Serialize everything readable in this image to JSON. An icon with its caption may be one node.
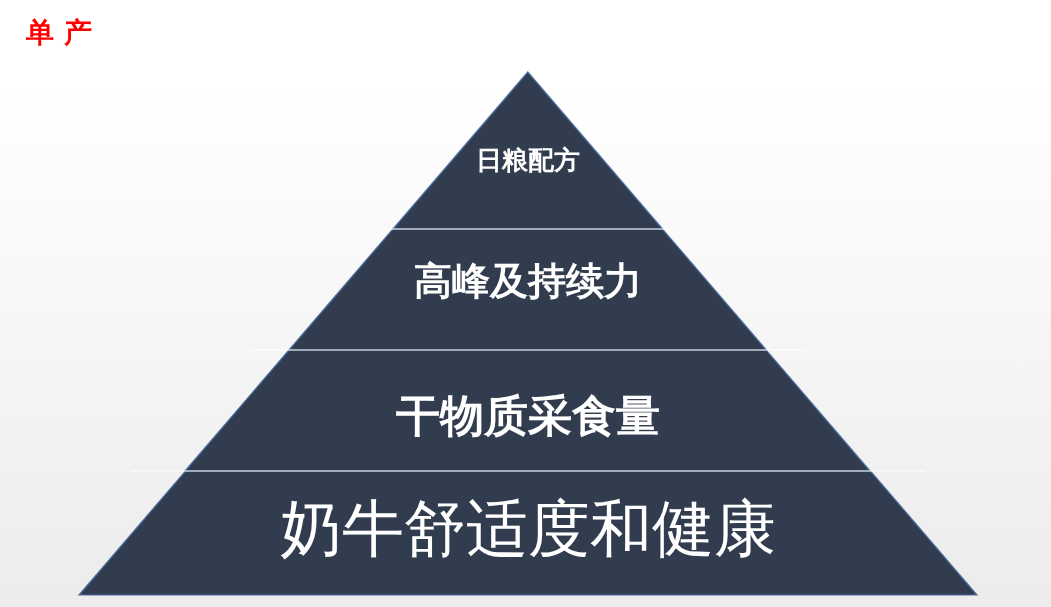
{
  "diagram": {
    "title": "单 产",
    "nodes": [
      {
        "text": [
          "日粮配方"
        ]
      },
      {
        "text": [
          "高峰及持续力"
        ]
      },
      {
        "text": [
          "干物质采食量"
        ]
      },
      {
        "text": [
          "奶牛舒适度和健康"
        ]
      }
    ]
  }
}
